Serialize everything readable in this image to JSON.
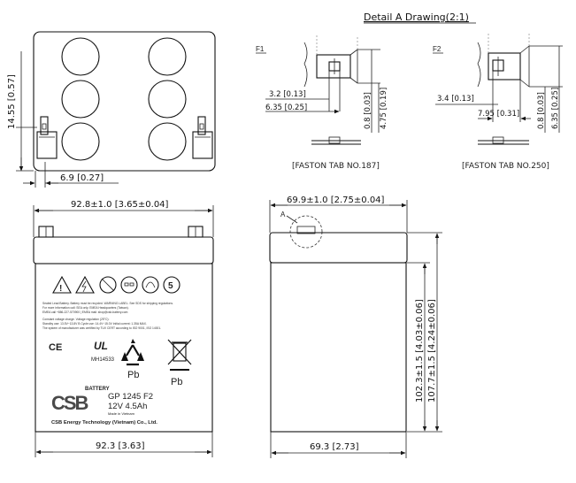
{
  "detail": {
    "title": "Detail A Drawing(2:1)",
    "f1": {
      "label": "F1",
      "dim_a": "3.2  [0.13]",
      "dim_b": "6.35 [0.25]",
      "dim_c": "0.8 [0.03]",
      "dim_d": "4.75 [0.19]",
      "caption": "[FASTON TAB NO.187]"
    },
    "f2": {
      "label": "F2",
      "dim_a": "3.4  [0.13]",
      "dim_b": "7.95  [0.31]",
      "dim_c": "0.8 [0.03]",
      "dim_d": "6.35 [0.25]",
      "caption": "[FASTON TAB NO.250]"
    }
  },
  "top_view": {
    "height_dim": "14.55 [0.57]",
    "offset_dim": "6.9  [0.27]"
  },
  "front_view": {
    "top_width": "92.8±1.0  [3.65±0.04]",
    "bottom_width": "92.3  [3.63]",
    "label": {
      "fine_text_1": "Sealed Lead Battery. Battery must be recycled. WARNING LABEL. See SDS for shipping regulations.",
      "fine_text_2": "For more information call: SEA only. EMEA Headquarters (Taiwan).",
      "fine_text_3": "EMEA call +886-227-570900 | EMEA mail: shop@csb-battery.com",
      "fine_text_4": "Constant voltage charge. Voltage regulation (25°C):",
      "fine_text_5": "Standby use: 13.5V~13.8V  B Cycle use: 14.4V~15.0V  Initial current: 1.35A MAX.",
      "fine_text_6": "The system of manufacturer was certified by TUV CERT according to ISO 9001, ISO 14001.",
      "ce": "CE",
      "ul_number": "MH14533",
      "pb_1": "Pb",
      "pb_2": "Pb",
      "battery_word": "BATTERY",
      "brand": "CSB",
      "model": "GP 1245 F2",
      "rating": "12V 4.5Ah",
      "origin": "Made in Vietnam",
      "company": "CSB Energy Technology (Vietnam) Co., Ltd."
    }
  },
  "side_view": {
    "top_width": "69.9±1.0  [2.75±0.04]",
    "bottom_width": "69.3  [2.73]",
    "callout": "A",
    "height_case": "102.3±1.5  [4.03±0.06]",
    "height_total": "107.7±1.5  [4.24±0.06]"
  }
}
